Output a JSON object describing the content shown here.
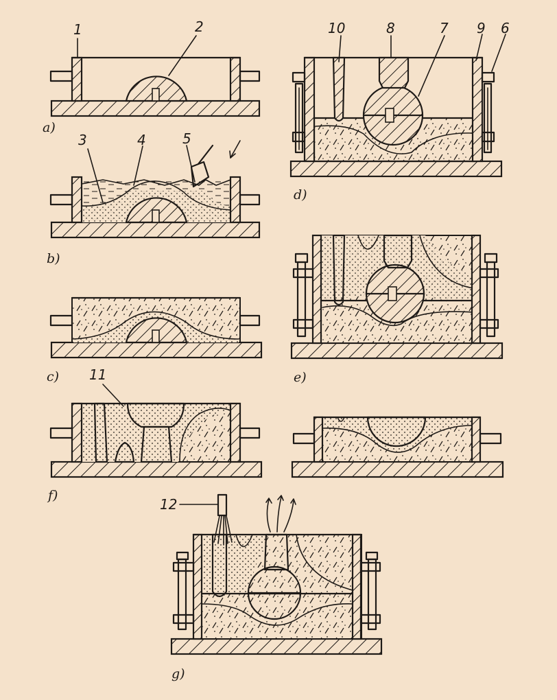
{
  "panels": [
    {
      "id": "a",
      "label": "a)"
    },
    {
      "id": "b",
      "label": "b)"
    },
    {
      "id": "c",
      "label": "c)"
    },
    {
      "id": "d",
      "label": "d)"
    },
    {
      "id": "e",
      "label": "e)"
    },
    {
      "id": "f",
      "label": "f)"
    },
    {
      "id": "g",
      "label": "g)"
    }
  ],
  "callouts": [
    "1",
    "2",
    "3",
    "4",
    "5",
    "6",
    "7",
    "8",
    "9",
    "10",
    "11",
    "12"
  ],
  "colors": {
    "background": "#f5e2cb",
    "ink": "#1e1a17"
  }
}
